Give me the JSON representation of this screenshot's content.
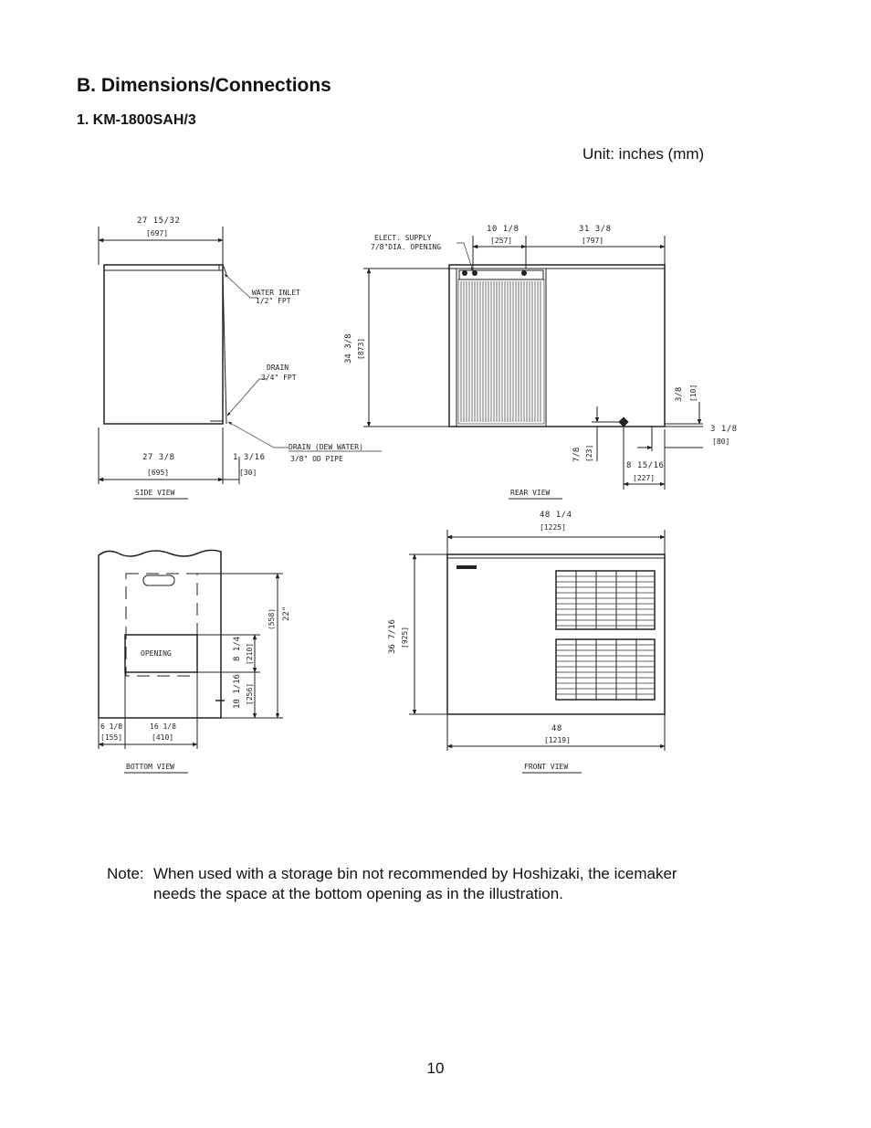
{
  "heading": "B. Dimensions/Connections",
  "subheading": "1. KM-1800SAH/3",
  "unit_label": "Unit: inches (mm)",
  "drawing": {
    "side_view": {
      "title": "SIDE VIEW",
      "width_top": "27  15/32",
      "width_top_mm": "[697]",
      "water_inlet": "WATER  INLET",
      "water_inlet_spec": "1/2\"  FPT",
      "drain": "DRAIN",
      "drain_spec": "3/4\"  FPT",
      "drain_dew": "DRAIN  (DEW WATER)",
      "drain_dew_spec": "3/8\"  OD PIPE",
      "width_bottom": "27  3/8",
      "width_bottom_mm": "[695]",
      "offset": "1 3/16",
      "offset_mm": "[30]"
    },
    "rear_view": {
      "title": "REAR VIEW",
      "elect_supply": "ELECT.  SUPPLY",
      "elect_opening": "7/8\"DIA.  OPENING",
      "dim_a": "10  1/8",
      "dim_a_mm": "[257]",
      "dim_b": "31  3/8",
      "dim_b_mm": "[797]",
      "height": "34  3/8",
      "height_mm": "[873]",
      "dim_c": "3/8",
      "dim_c_mm": "[10]",
      "dim_d": "3  1/8",
      "dim_d_mm": "[80]",
      "dim_e": "7/8",
      "dim_e_mm": "[23]",
      "dim_f": "8  15/16",
      "dim_f_mm": "[227]"
    },
    "bottom_view": {
      "title": "BOTTOM VIEW",
      "opening": "OPENING",
      "dim_22": "22\"",
      "dim_22_mm": "(558)",
      "dim_h": "8  1/4",
      "dim_h_mm": "[210]",
      "dim_i": "10 1/16",
      "dim_i_mm": "[256]",
      "dim_j": "6 1/8",
      "dim_j_mm": "[155]",
      "dim_k": "16  1/8",
      "dim_k_mm": "[410]"
    },
    "front_view": {
      "title": "FRONT VIEW",
      "width_top": "48  1/4",
      "width_top_mm": "[1225]",
      "height": "36  7/16",
      "height_mm": "[925]",
      "width_bottom": "48",
      "width_bottom_mm": "[1219]"
    }
  },
  "note": {
    "label": "Note:",
    "line1": "When used with a storage bin not recommended by Hoshizaki, the icemaker",
    "line2": "needs the space at the bottom opening as in the illustration."
  },
  "page_number": "10"
}
